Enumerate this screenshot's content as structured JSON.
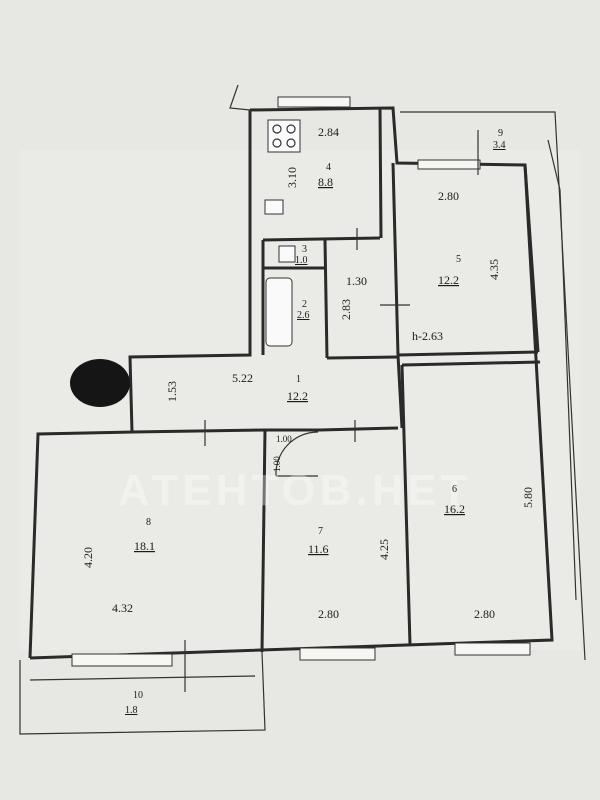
{
  "rooms": [
    {
      "id": "1",
      "area": "12.2"
    },
    {
      "id": "2",
      "area": "2.6"
    },
    {
      "id": "3",
      "area": "1.0"
    },
    {
      "id": "4",
      "area": "8.8"
    },
    {
      "id": "5",
      "area": "12.2"
    },
    {
      "id": "6",
      "area": "16.2"
    },
    {
      "id": "7",
      "area": "11.6"
    },
    {
      "id": "8",
      "area": "18.1"
    },
    {
      "id": "9",
      "area": "3.4"
    },
    {
      "id": "10",
      "area": "1.8"
    }
  ],
  "dimensions": {
    "kitchen_width": "2.84",
    "kitchen_depth": "3.10",
    "room5_width": "2.80",
    "room5_depth": "4.35",
    "room5_height": "h-2.63",
    "corridor_width": "1.30",
    "corridor_depth": "2.83",
    "hall_length": "5.22",
    "hall_depth": "1.53",
    "door_width": "1.00",
    "door_height": "1.00",
    "room8_depth": "4.20",
    "room8_width": "4.32",
    "room7_depth": "4.25",
    "room7_width": "2.80",
    "room6_depth": "5.80",
    "room6_width": "2.80"
  },
  "watermark": "АТЕНТОВ.НЕТ"
}
